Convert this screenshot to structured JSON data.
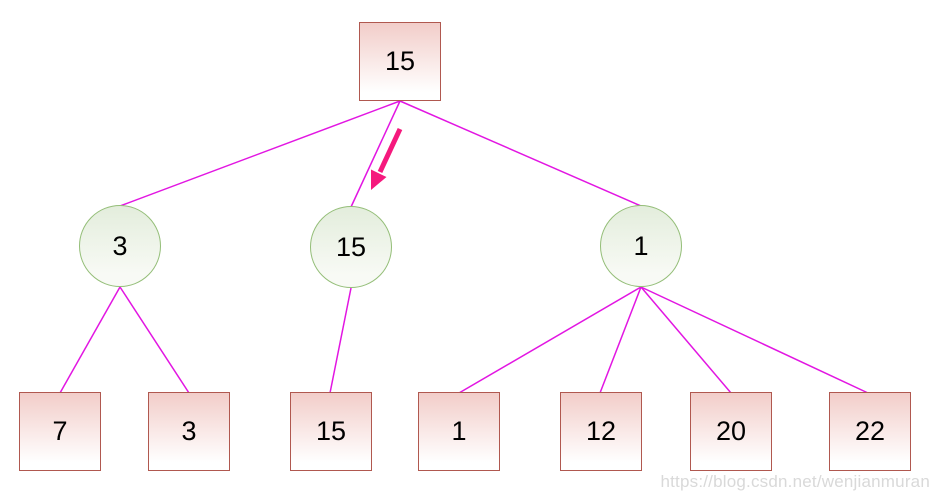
{
  "tree": {
    "root": {
      "label": "15",
      "shape": "square"
    },
    "internal": [
      {
        "label": "3",
        "shape": "circle"
      },
      {
        "label": "15",
        "shape": "circle"
      },
      {
        "label": "1",
        "shape": "circle"
      }
    ],
    "leaves": [
      {
        "label": "7",
        "shape": "square"
      },
      {
        "label": "3",
        "shape": "square"
      },
      {
        "label": "15",
        "shape": "square"
      },
      {
        "label": "1",
        "shape": "square"
      },
      {
        "label": "12",
        "shape": "square"
      },
      {
        "label": "20",
        "shape": "square"
      },
      {
        "label": "22",
        "shape": "square"
      }
    ]
  },
  "watermark": "https://blog.csdn.net/wenjianmuran",
  "colors": {
    "edge": "#e216e2",
    "arrow": "#f5197d",
    "square_border": "#b0584f",
    "square_fill_top": "#f2cdc9",
    "square_fill_bottom": "#ffffff",
    "circle_border": "#94be78",
    "circle_fill_top": "#e3eddc",
    "circle_fill_bottom": "#f8faf5",
    "node_text": "#000000",
    "watermark_text": "#d9d9d9"
  }
}
